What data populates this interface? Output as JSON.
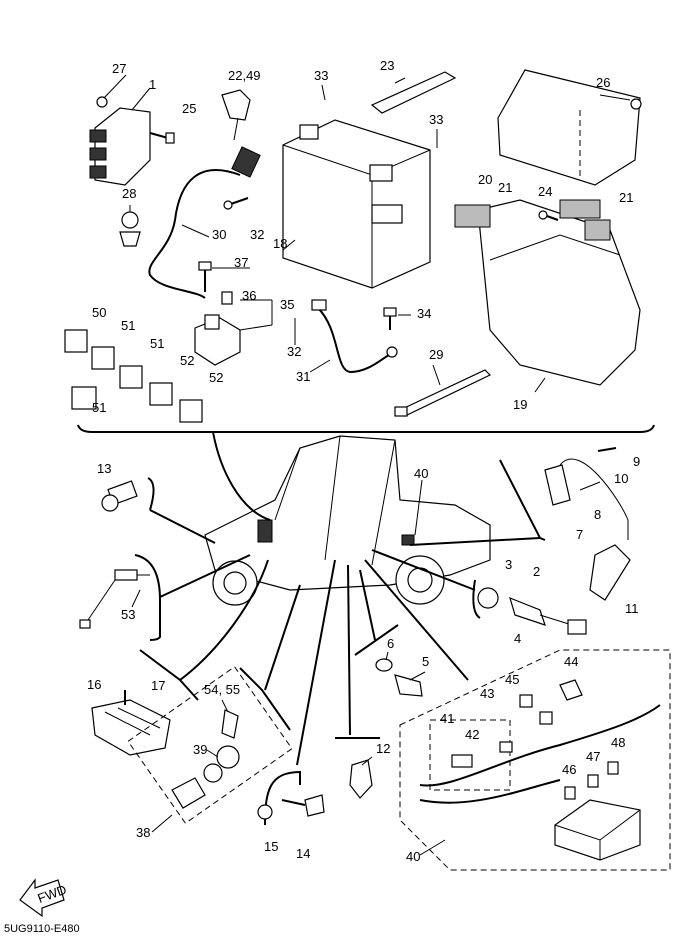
{
  "diagram": {
    "document_code": "5UG9110-E480",
    "fwd_label": "FWD",
    "callouts": {
      "c1": "1",
      "c2": "2",
      "c3": "3",
      "c4": "4",
      "c5": "5",
      "c6": "6",
      "c7": "7",
      "c8": "8",
      "c9": "9",
      "c10": "10",
      "c11": "11",
      "c12": "12",
      "c13": "13",
      "c14": "14",
      "c15": "15",
      "c16": "16",
      "c17": "17",
      "c19": "19",
      "c20": "20",
      "c21a": "21",
      "c21b": "21",
      "c22_49": "22,49",
      "c23": "23",
      "c24": "24",
      "c25": "25",
      "c26": "26",
      "c27": "27",
      "c28": "28",
      "c29": "29",
      "c30": "30",
      "c31": "31",
      "c32a": "32",
      "c32b": "32",
      "c33a": "33",
      "c33b": "33",
      "c34": "34",
      "c35": "35",
      "c36": "36",
      "c37": "37",
      "c18": "18",
      "c38": "38",
      "c39": "39",
      "c40a": "40",
      "c40b": "40",
      "c41": "41",
      "c42": "42",
      "c43": "43",
      "c44": "44",
      "c45": "45",
      "c46": "46",
      "c47": "47",
      "c48": "48",
      "c50": "50",
      "c51a": "51",
      "c51b": "51",
      "c51c": "51",
      "c52a": "52",
      "c52b": "52",
      "c53": "53",
      "c54_55": "54, 55"
    }
  }
}
